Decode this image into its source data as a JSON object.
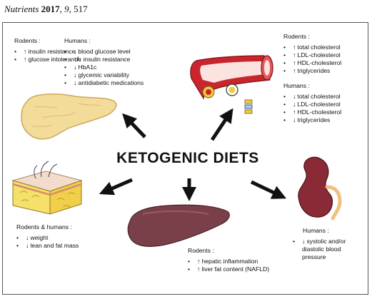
{
  "citation": {
    "journal": "Nutrients",
    "year": "2017",
    "volume": "9",
    "page": "517"
  },
  "title": "KETOGENIC DIETS",
  "pancreas": {
    "rodents": {
      "heading": "Rodents :",
      "items": [
        {
          "dir": "up",
          "text": "insulin resistance"
        },
        {
          "dir": "up",
          "text": "glucose intolerance"
        }
      ]
    },
    "humans": {
      "heading": "Humans :",
      "items": [
        {
          "dir": "down",
          "text": "blood glucose level"
        },
        {
          "dir": "updown",
          "text": "insulin resistance"
        },
        {
          "dir": "down",
          "text": "HbA1c"
        },
        {
          "dir": "down",
          "text": "glycemic variability"
        },
        {
          "dir": "down",
          "text": "antidiabetic medications"
        }
      ]
    }
  },
  "vessel": {
    "rodents": {
      "heading": "Rodents :",
      "items": [
        {
          "dir": "up",
          "text": "total cholesterol"
        },
        {
          "dir": "up",
          "text": "LDL-cholesterol"
        },
        {
          "dir": "up",
          "text": "HDL-cholesterol"
        },
        {
          "dir": "up",
          "text": "triglycerides"
        }
      ]
    },
    "humans": {
      "heading": "Humans :",
      "items": [
        {
          "dir": "down",
          "text": "total cholesterol"
        },
        {
          "dir": "down",
          "text": "LDL-cholesterol"
        },
        {
          "dir": "up",
          "text": "HDL-cholesterol"
        },
        {
          "dir": "down",
          "text": "triglycerides"
        }
      ]
    }
  },
  "fat": {
    "both": {
      "heading": "Rodents & humans :",
      "items": [
        {
          "dir": "down",
          "text": "weight"
        },
        {
          "dir": "down",
          "text": "lean and fat mass"
        }
      ]
    }
  },
  "liver": {
    "rodents": {
      "heading": "Rodents :",
      "items": [
        {
          "dir": "up",
          "text": "hepatic inflammation"
        },
        {
          "dir": "up",
          "text": "liver fat content (NAFLD)"
        }
      ]
    }
  },
  "kidney": {
    "humans": {
      "heading": "Humans :",
      "items": [
        {
          "dir": "down",
          "text": "systolic and/or diastolic blood pressure"
        }
      ]
    }
  },
  "colors": {
    "pancreas_fill": "#f3dc9a",
    "pancreas_stroke": "#c9a85a",
    "vessel_red": "#c8262c",
    "vessel_inner": "#fbe3e0",
    "plaque_yellow": "#f3cc3a",
    "skin": "#f4dccc",
    "fat_yellow": "#f5e06a",
    "liver": "#7a4049",
    "kidney": "#8a2a36",
    "ureter": "#f0c080",
    "arrow": "#111111"
  }
}
